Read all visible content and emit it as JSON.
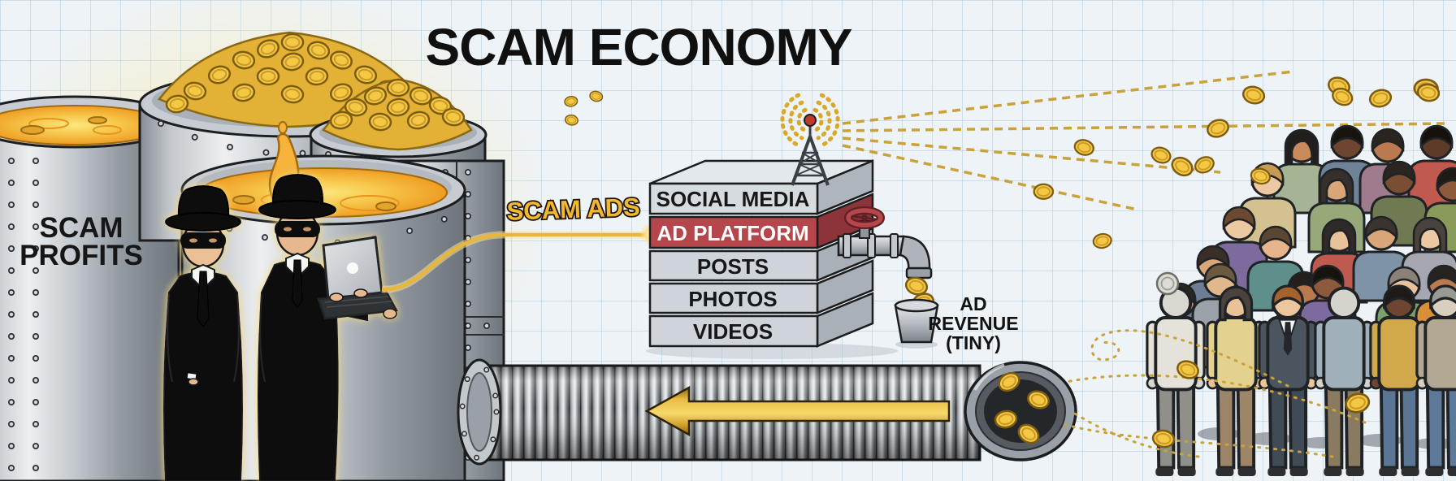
{
  "title": "SCAM ECONOMY",
  "labels": {
    "scam_profits_line1": "SCAM",
    "scam_profits_line2": "PROFITS",
    "scam_ads": "SCAM ADS",
    "ad_revenue_line1": "AD",
    "ad_revenue_line2": "REVENUE",
    "ad_revenue_line3": "(TINY)"
  },
  "stack": {
    "layers": [
      {
        "label": "SOCIAL MEDIA",
        "color": "#d6dbe0",
        "text_color": "#15171a"
      },
      {
        "label": "AD PLATFORM",
        "color": "#b5464c",
        "text_color": "#ffffff"
      },
      {
        "label": "POSTS",
        "color": "#ced4da",
        "text_color": "#15171a"
      },
      {
        "label": "PHOTOS",
        "color": "#ced4da",
        "text_color": "#15171a"
      },
      {
        "label": "VIDEOS",
        "color": "#ced4da",
        "text_color": "#15171a"
      }
    ]
  },
  "scene": {
    "pipe_arrow_direction": "left",
    "icons": [
      "barrel-of-gold-icon",
      "scammer-icon",
      "laptop-icon",
      "radio-tower-icon",
      "broadcast-waves-icon",
      "valve-icon",
      "faucet-icon",
      "bucket-icon",
      "coin-icon",
      "pipe-icon",
      "arrow-left-icon",
      "crowd-icon"
    ]
  },
  "colors": {
    "background": "#eef3f7",
    "grid_line": "#c2d5e2",
    "gold": "#f4c842",
    "gold_dark": "#8a6914",
    "accent_red": "#b5464c",
    "steel": "#aab1b8",
    "ink": "#141414",
    "glow": "#f6d87c"
  }
}
